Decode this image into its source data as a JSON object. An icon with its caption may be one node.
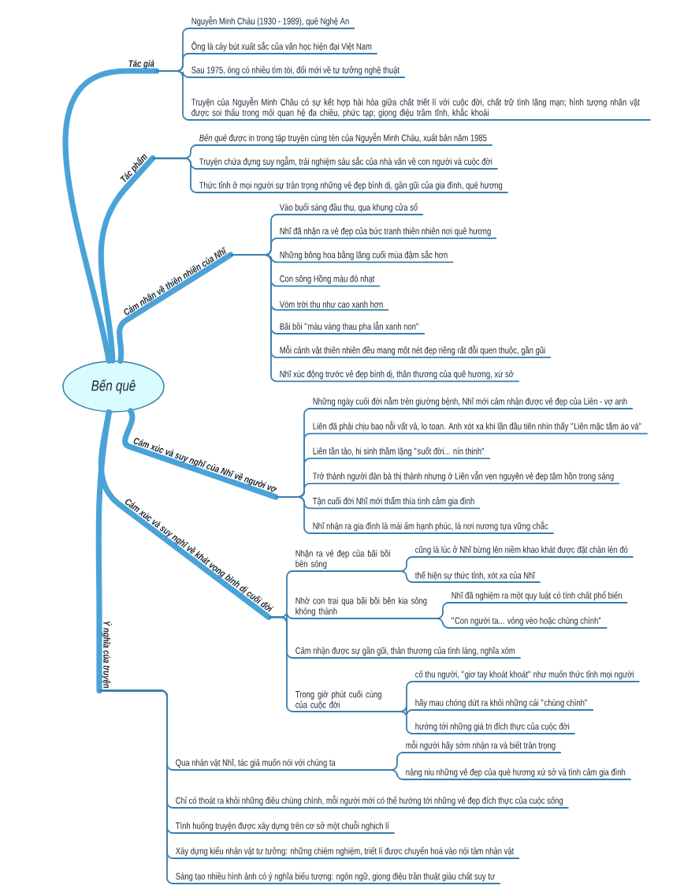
{
  "diagram": {
    "nodes": [
      {
        "text": [
          "Bến quê"
        ]
      },
      {
        "text": [
          "Tác giả"
        ]
      },
      {
        "text": [
          "Nguyễn Minh Châu (1930 - 1989), quê Nghệ An"
        ]
      },
      {
        "text": [
          "Ông là cây bút xuất sắc của văn học hiện đại Việt Nam"
        ]
      },
      {
        "text": [
          "Sau 1975, ông có nhiều tìm tòi, đổi mới về tư tưởng nghệ thuật"
        ]
      },
      {
        "text": [
          "Truyện của Nguyễn Minh Châu có sự kết hợp hài hòa giữa chất triết lí với cuộc đời, chất trữ tình lãng mạn; hình tượng nhân vật được soi thấu trong mối quan hệ đa chiều, phức tạp; giọng điệu trầm tĩnh, khắc khoải"
        ]
      },
      {
        "text": [
          "Tác phẩm"
        ]
      },
      {
        "text": [
          "*Bến quê* được in trong tập truyện cùng tên của Nguyễn Minh Châu, xuất bản năm 1985"
        ]
      },
      {
        "text": [
          "Truyện chứa đựng suy ngẫm, trải nghiệm sâu sắc của nhà văn về con người và cuộc đời"
        ]
      },
      {
        "text": [
          "Thức tỉnh ở mọi người sự trân trọng những vẻ đẹp bình dị, gần gũi của gia đình, quê hương"
        ]
      },
      {
        "text": [
          "Cảm nhận về thiên nhiên của Nhĩ"
        ]
      },
      {
        "text": [
          "Vào buổi sáng đầu thu, qua khung cửa sổ"
        ]
      },
      {
        "text": [
          "Nhĩ đã nhận ra vẻ đẹp của bức tranh thiên nhiên nơi quê hương"
        ]
      },
      {
        "text": [
          "Những bông hoa bằng lăng cuối mùa đậm sắc hơn"
        ]
      },
      {
        "text": [
          "Con sông Hồng màu đỏ nhạt"
        ]
      },
      {
        "text": [
          "Vòm trời thu như cao xanh hơn"
        ]
      },
      {
        "text": [
          "Bãi bồi \"màu vàng thau pha lẫn xanh non\""
        ]
      },
      {
        "text": [
          "Mỗi cảnh vật thiên nhiên đều mang một nét đẹp riêng rất đỗi quen thuộc, gần gũi"
        ]
      },
      {
        "text": [
          "Nhĩ xúc động trước vẻ đẹp bình dị, thân thương của quê hương, xứ sở"
        ]
      },
      {
        "text": [
          "Cảm xúc và suy nghĩ của Nhĩ về người vợ"
        ]
      },
      {
        "text": [
          "Những ngày cuối đời nằm trên giường bệnh, Nhĩ mới cảm nhận được vẻ đẹp của Liên - vợ anh"
        ]
      },
      {
        "text": [
          "Liên đã phải chịu bao nỗi vất vả, lo toan. Anh xót xa khi lần đầu tiên nhìn thấy \"Liên mặc tấm áo vá\""
        ]
      },
      {
        "text": [
          "Liên tần tảo, hi sinh thầm lặng \"suốt đời... nín thinh\""
        ]
      },
      {
        "text": [
          "Trở thành người đàn bà thị thành nhưng ở Liên vẫn vẹn nguyên vẻ đẹp tâm hồn trong sáng"
        ]
      },
      {
        "text": [
          "Tận cuối đời Nhĩ mới thấm thía tình cảm gia đình"
        ]
      },
      {
        "text": [
          "Nhĩ nhận ra gia đình là mái ấm hạnh phúc, là nơi nương tựa vững chắc"
        ]
      },
      {
        "text": [
          "Cảm xúc và suy nghĩ về khát vọng bình dị cuối đời"
        ]
      },
      {
        "text": [
          "Nhận ra vẻ đẹp của bãi bồi bên sông"
        ]
      },
      {
        "text": [
          "cũng là lúc ở Nhĩ bừng lên niềm khao khát được đặt chân lên đó"
        ]
      },
      {
        "text": [
          "thể hiện sự thức tỉnh, xót xa của Nhĩ"
        ]
      },
      {
        "text": [
          "Nhờ con trai qua bãi bồi bên kia sông không thành"
        ]
      },
      {
        "text": [
          "Nhĩ đã nghiệm ra một quy luật có tính chất phổ biến"
        ]
      },
      {
        "text": [
          "\"Con người ta... vòng vèo hoặc chùng chình\""
        ]
      },
      {
        "text": [
          "Cảm nhận được sự gần gũi, thân thương của tình làng, nghĩa xóm"
        ]
      },
      {
        "text": [
          "Trong giờ phút cuối cùng của cuộc đời"
        ]
      },
      {
        "text": [
          "cố thu người, \"giơ tay khoát khoát\" như muốn thức tỉnh mọi người"
        ]
      },
      {
        "text": [
          "hãy mau chóng dứt ra khỏi những cái \"chùng chình\""
        ]
      },
      {
        "text": [
          "hướng tới những giá trị đích thực của cuộc đời"
        ]
      },
      {
        "text": [
          "Ý nghĩa của truyện"
        ]
      },
      {
        "text": [
          "Qua nhân vật Nhĩ, tác giả muốn nói với chúng ta"
        ]
      },
      {
        "text": [
          "mỗi người hãy sớm nhận ra và biết trân trọng"
        ]
      },
      {
        "text": [
          "nâng niu những vẻ đẹp của quê hương xứ sở và tình cảm gia đình"
        ]
      },
      {
        "text": [
          "Chỉ có thoát ra khỏi những điều chùng chình, mỗi người mới có thể hướng tới những vẻ đẹp đích thực của cuộc sống"
        ]
      },
      {
        "text": [
          "Tình huống truyện được xây dựng trên cơ sở một chuỗi nghịch lí"
        ]
      },
      {
        "text": [
          "Xây dựng kiểu nhân vật tư tưởng: những chiêm nghiệm, triết lí được chuyển hoá vào nội tâm nhân vật"
        ]
      },
      {
        "text": [
          "Sáng tạo nhiều hình ảnh có ý nghĩa biểu tượng: ngôn ngữ, giọng điệu trần thuật giàu chất suy tư"
        ]
      }
    ],
    "edges": [
      {
        "from": 0,
        "to": 1,
        "arrow": "none",
        "style": "thick"
      },
      {
        "from": 1,
        "to": 2,
        "arrow": "none"
      },
      {
        "from": 1,
        "to": 3,
        "arrow": "none"
      },
      {
        "from": 1,
        "to": 4,
        "arrow": "none"
      },
      {
        "from": 1,
        "to": 5,
        "arrow": "none"
      },
      {
        "from": 0,
        "to": 6,
        "arrow": "none",
        "style": "thick"
      },
      {
        "from": 6,
        "to": 7,
        "arrow": "none"
      },
      {
        "from": 6,
        "to": 8,
        "arrow": "none"
      },
      {
        "from": 6,
        "to": 9,
        "arrow": "none"
      },
      {
        "from": 0,
        "to": 10,
        "arrow": "none",
        "style": "thick"
      },
      {
        "from": 10,
        "to": 11,
        "arrow": "none"
      },
      {
        "from": 10,
        "to": 12,
        "arrow": "none"
      },
      {
        "from": 10,
        "to": 13,
        "arrow": "none"
      },
      {
        "from": 10,
        "to": 14,
        "arrow": "none"
      },
      {
        "from": 10,
        "to": 15,
        "arrow": "none"
      },
      {
        "from": 10,
        "to": 16,
        "arrow": "none"
      },
      {
        "from": 10,
        "to": 17,
        "arrow": "none"
      },
      {
        "from": 10,
        "to": 18,
        "arrow": "none"
      },
      {
        "from": 0,
        "to": 19,
        "arrow": "none",
        "style": "thick"
      },
      {
        "from": 19,
        "to": 20,
        "arrow": "none"
      },
      {
        "from": 19,
        "to": 21,
        "arrow": "none"
      },
      {
        "from": 19,
        "to": 22,
        "arrow": "none"
      },
      {
        "from": 19,
        "to": 23,
        "arrow": "none"
      },
      {
        "from": 19,
        "to": 24,
        "arrow": "none"
      },
      {
        "from": 19,
        "to": 25,
        "arrow": "none"
      },
      {
        "from": 0,
        "to": 26,
        "arrow": "none",
        "style": "thick"
      },
      {
        "from": 26,
        "to": 27,
        "arrow": "none"
      },
      {
        "from": 27,
        "to": 28,
        "arrow": "none"
      },
      {
        "from": 27,
        "to": 29,
        "arrow": "none"
      },
      {
        "from": 26,
        "to": 30,
        "arrow": "none"
      },
      {
        "from": 30,
        "to": 31,
        "arrow": "none"
      },
      {
        "from": 30,
        "to": 32,
        "arrow": "none"
      },
      {
        "from": 26,
        "to": 33,
        "arrow": "none"
      },
      {
        "from": 26,
        "to": 34,
        "arrow": "none"
      },
      {
        "from": 34,
        "to": 35,
        "arrow": "none"
      },
      {
        "from": 34,
        "to": 36,
        "arrow": "none"
      },
      {
        "from": 34,
        "to": 37,
        "arrow": "none"
      },
      {
        "from": 0,
        "to": 38,
        "arrow": "none",
        "style": "thick"
      },
      {
        "from": 38,
        "to": 39,
        "arrow": "none"
      },
      {
        "from": 39,
        "to": 40,
        "arrow": "none"
      },
      {
        "from": 39,
        "to": 41,
        "arrow": "none"
      },
      {
        "from": 38,
        "to": 42,
        "arrow": "none"
      },
      {
        "from": 38,
        "to": 43,
        "arrow": "none"
      },
      {
        "from": 38,
        "to": 44,
        "arrow": "none"
      },
      {
        "from": 38,
        "to": 45,
        "arrow": "none"
      }
    ]
  }
}
